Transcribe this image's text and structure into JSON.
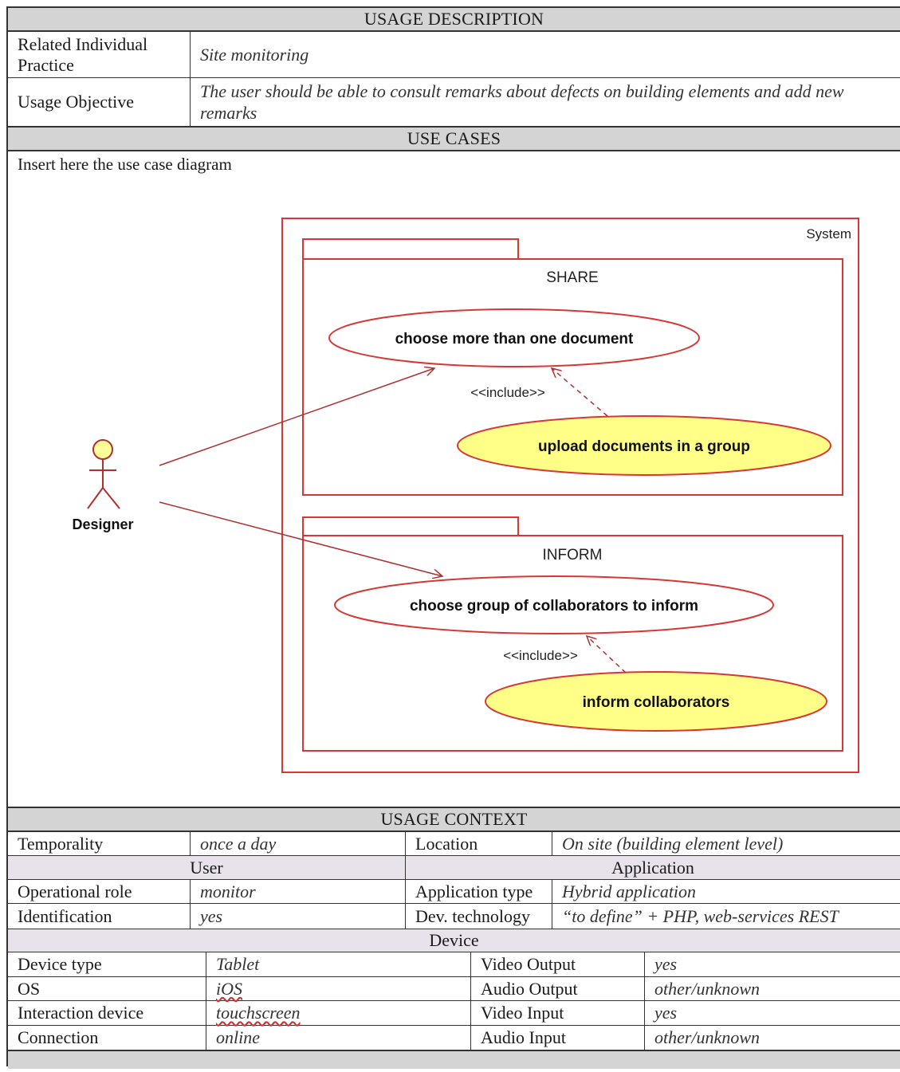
{
  "usage_description": {
    "header": "USAGE DESCRIPTION",
    "related_label": "Related Individual Practice",
    "related_value": "Site monitoring",
    "objective_label": "Usage Objective",
    "objective_value": "The user should be able to consult remarks about defects on building elements and add new remarks"
  },
  "use_cases": {
    "header": "USE CASES",
    "placeholder": "Insert here the use case diagram",
    "diagram": {
      "system_label": "System",
      "actor_label": "Designer",
      "packages": [
        {
          "name": "SHARE",
          "main_use_case": "choose more than one document",
          "include_label": "<<include>>",
          "included_use_case": "upload documents in a group"
        },
        {
          "name": "INFORM",
          "main_use_case": "choose group of collaborators to inform",
          "include_label": "<<include>>",
          "included_use_case": "inform collaborators"
        }
      ],
      "colors": {
        "frame": "#d93636",
        "highlight": "#ffff88",
        "line": "#b03030"
      }
    }
  },
  "usage_context": {
    "header": "USAGE CONTEXT",
    "temporality_label": "Temporality",
    "temporality_value": "once a day",
    "location_label": "Location",
    "location_value": "On site (building element level)",
    "user_header": "User",
    "application_header": "Application",
    "operational_role_label": "Operational role",
    "operational_role_value": "monitor",
    "identification_label": "Identification",
    "identification_value": "yes",
    "application_type_label": "Application type",
    "application_type_value": "Hybrid application",
    "dev_technology_label": "Dev. technology",
    "dev_technology_value": "“to define” + PHP, web-services REST",
    "device_header": "Device",
    "device_rows": [
      {
        "label": "Device type",
        "value": "Tablet",
        "label2": "Video Output",
        "value2": "yes"
      },
      {
        "label": "OS",
        "value": "iOS",
        "label2": "Audio Output",
        "value2": "other/unknown"
      },
      {
        "label": "Interaction device",
        "value": "touchscreen",
        "label2": "Video Input",
        "value2": "yes"
      },
      {
        "label": "Connection",
        "value": "online",
        "label2": "Audio Input",
        "value2": "other/unknown"
      }
    ]
  }
}
